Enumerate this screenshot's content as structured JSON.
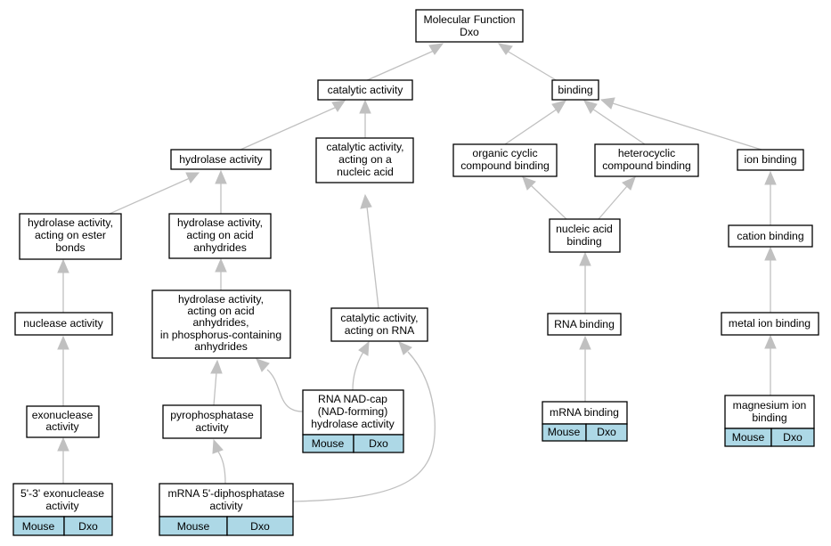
{
  "colors": {
    "edge": "#c0c0c0",
    "annotation_fill": "#add8e6",
    "node_border": "#000000",
    "background": "#ffffff"
  },
  "nodes": [
    {
      "id": "mf",
      "lines": [
        "Molecular Function",
        "Dxo"
      ]
    },
    {
      "id": "catalytic",
      "lines": [
        "catalytic activity"
      ]
    },
    {
      "id": "binding",
      "lines": [
        "binding"
      ]
    },
    {
      "id": "hydrolase",
      "lines": [
        "hydrolase activity"
      ]
    },
    {
      "id": "cat_nucleic",
      "lines": [
        "catalytic activity,",
        "acting on a",
        "nucleic acid"
      ]
    },
    {
      "id": "org_cyclic",
      "lines": [
        "organic cyclic",
        "compound binding"
      ]
    },
    {
      "id": "heterocyclic",
      "lines": [
        "heterocyclic",
        "compound binding"
      ]
    },
    {
      "id": "ion_binding",
      "lines": [
        "ion binding"
      ]
    },
    {
      "id": "hyd_ester",
      "lines": [
        "hydrolase activity,",
        "acting on ester",
        "bonds"
      ]
    },
    {
      "id": "hyd_acid",
      "lines": [
        "hydrolase activity,",
        "acting on acid",
        "anhydrides"
      ]
    },
    {
      "id": "nucleic_binding",
      "lines": [
        "nucleic acid",
        "binding"
      ]
    },
    {
      "id": "cation_binding",
      "lines": [
        "cation binding"
      ]
    },
    {
      "id": "hyd_phos",
      "lines": [
        "hydrolase activity,",
        "acting on acid",
        "anhydrides,",
        "in phosphorus-containing",
        "anhydrides"
      ]
    },
    {
      "id": "nuclease",
      "lines": [
        "nuclease activity"
      ]
    },
    {
      "id": "cat_rna",
      "lines": [
        "catalytic activity,",
        "acting on RNA"
      ]
    },
    {
      "id": "rna_binding",
      "lines": [
        "RNA binding"
      ]
    },
    {
      "id": "metal_ion",
      "lines": [
        "metal ion binding"
      ]
    },
    {
      "id": "exonuclease",
      "lines": [
        "exonuclease",
        "activity"
      ]
    },
    {
      "id": "pyrophosphatase",
      "lines": [
        "pyrophosphatase",
        "activity"
      ]
    },
    {
      "id": "rna_nad",
      "lines": [
        "RNA NAD-cap",
        "(NAD-forming)",
        "hydrolase activity"
      ],
      "annotation": [
        "Mouse",
        "Dxo"
      ]
    },
    {
      "id": "mrna_binding",
      "lines": [
        "mRNA binding"
      ],
      "annotation": [
        "Mouse",
        "Dxo"
      ]
    },
    {
      "id": "magnesium",
      "lines": [
        "magnesium ion",
        "binding"
      ],
      "annotation": [
        "Mouse",
        "Dxo"
      ]
    },
    {
      "id": "exo53",
      "lines": [
        "5'-3' exonuclease",
        "activity"
      ],
      "annotation": [
        "Mouse",
        "Dxo"
      ]
    },
    {
      "id": "mrna_diphos",
      "lines": [
        "mRNA 5'-diphosphatase",
        "activity"
      ],
      "annotation": [
        "Mouse",
        "Dxo"
      ]
    }
  ]
}
